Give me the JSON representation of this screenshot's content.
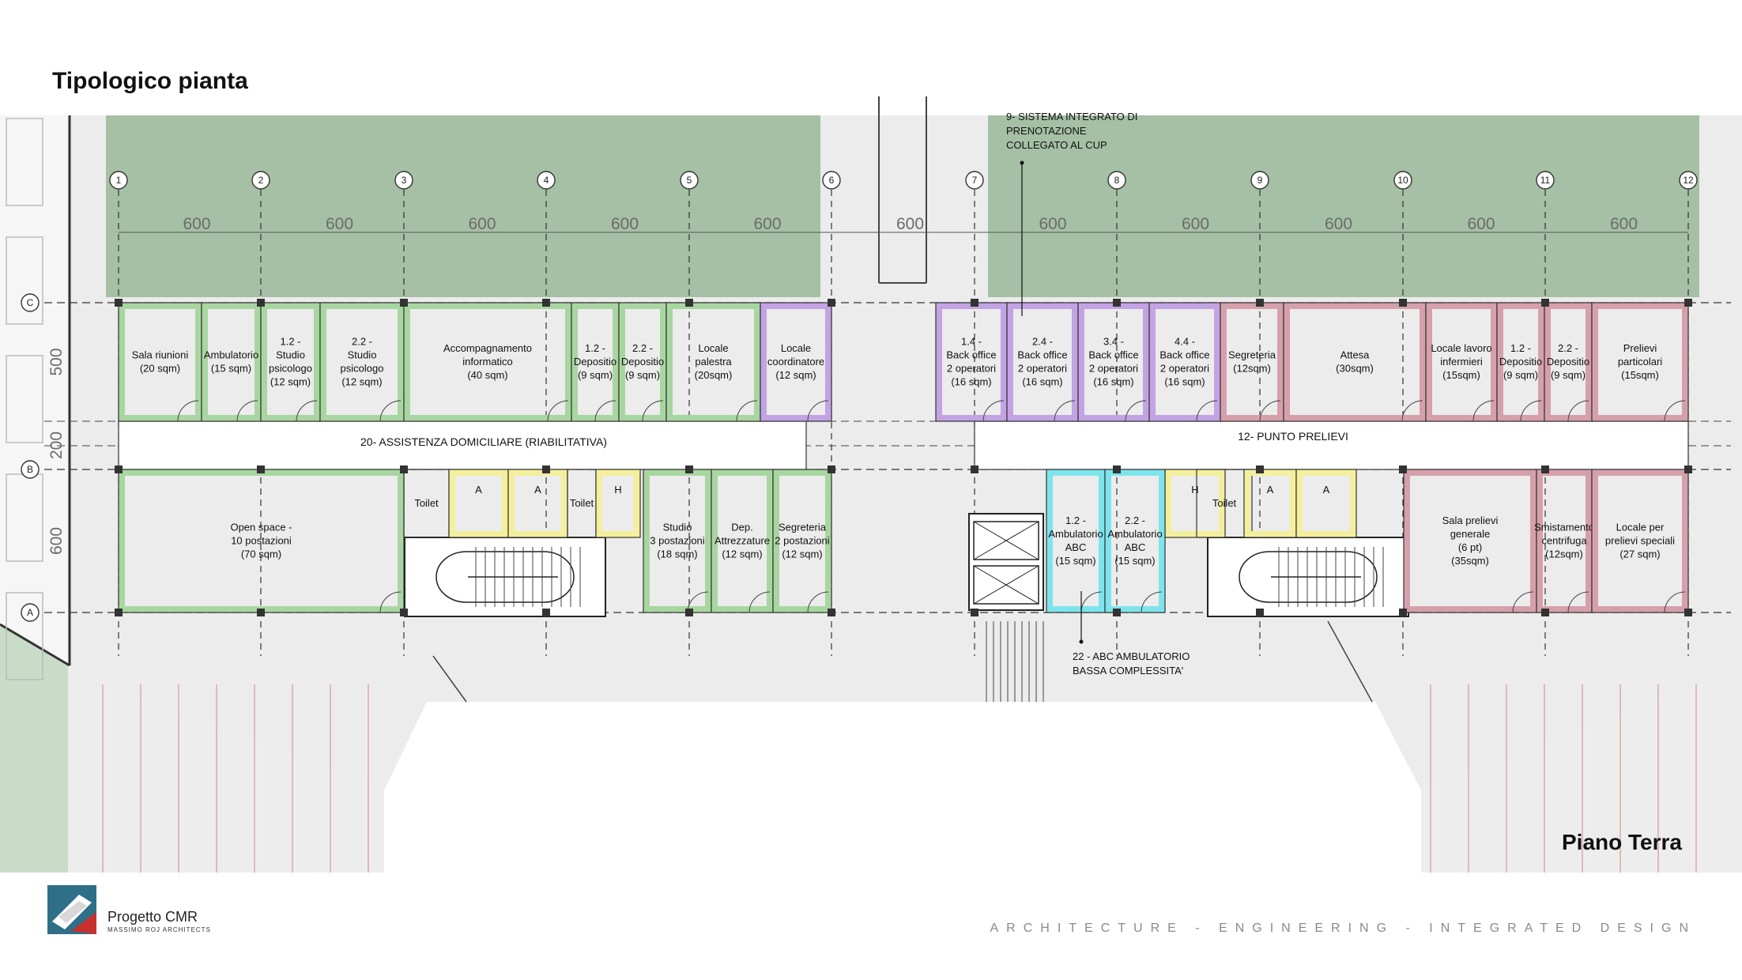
{
  "title": "Tipologico pianta",
  "floor": "Piano Terra",
  "tagline": "ARCHITECTURE - ENGINEERING - INTEGRATED DESIGN",
  "logo": {
    "name": "Progetto CMR",
    "sub": "MASSIMO ROJ ARCHITECTS"
  },
  "colors": {
    "green": "#a8d6a0",
    "purple": "#c3a3e3",
    "pink": "#d5a0ab",
    "cyan": "#7ee4ec",
    "yellow": "#f4ef9c",
    "terrace": "#a5c0a4"
  },
  "grid": {
    "columns": [
      "1",
      "2",
      "3",
      "4",
      "5",
      "6",
      "7",
      "8",
      "9",
      "10",
      "11",
      "12"
    ],
    "rows": [
      "C",
      "B",
      "A"
    ],
    "spacing_x": [
      "600",
      "600",
      "600",
      "600",
      "600",
      "600",
      "600",
      "600",
      "600",
      "600",
      "600"
    ],
    "spacing_y": [
      "500",
      "200",
      "600"
    ]
  },
  "corridors": {
    "left": "20- ASSISTENZA DOMICILIARE (RIABILITATIVA)",
    "right": "12- PUNTO PRELIEVI"
  },
  "rooms": [
    [
      "Sala riunioni",
      "(20 sqm)"
    ],
    [
      "Ambulatorio",
      "(15 sqm)"
    ],
    [
      "1.2 -",
      "Studio",
      "psicologo",
      "(12 sqm)"
    ],
    [
      "2.2 -",
      "Studio",
      "psicologo",
      "(12 sqm)"
    ],
    [
      "Accompagnamento",
      "informatico",
      "(40 sqm)"
    ],
    [
      "1.2 -",
      "Depositio",
      "(9 sqm)"
    ],
    [
      "2.2 -",
      "Depositio",
      "(9 sqm)"
    ],
    [
      "Locale",
      "palestra",
      "(20sqm)"
    ],
    [
      "Locale",
      "coordinatore",
      "(12 sqm)"
    ],
    [
      "Open space -",
      "10 postazioni",
      "(70 sqm)"
    ],
    [
      "Toilet"
    ],
    [
      "A"
    ],
    [
      "A"
    ],
    [
      "Toilet"
    ],
    [
      "H"
    ],
    [
      "Studio",
      "3 postazioni",
      "(18 sqm)"
    ],
    [
      "Dep.",
      "Attrezzature",
      "(12 sqm)"
    ],
    [
      "Segreteria",
      "2 postazioni",
      "(12 sqm)"
    ],
    [
      "1.4 -",
      "Back office",
      "2 operatori",
      "(16 sqm)"
    ],
    [
      "2.4 -",
      "Back office",
      "2 operatori",
      "(16 sqm)"
    ],
    [
      "3.4 -",
      "Back office",
      "2 operatori",
      "(16 sqm)"
    ],
    [
      "4.4 -",
      "Back office",
      "2 operatori",
      "(16 sqm)"
    ],
    [
      "Segreteria",
      "(12sqm)"
    ],
    [
      "Attesa",
      "(30sqm)"
    ],
    [
      "Locale lavoro",
      "infermieri",
      "(15sqm)"
    ],
    [
      "1.2 -",
      "Depositio",
      "(9 sqm)"
    ],
    [
      "2.2 -",
      "Depositio",
      "(9 sqm)"
    ],
    [
      "Prelievi",
      "particolari",
      "(15sqm)"
    ],
    [
      "H"
    ],
    [
      "Toilet"
    ],
    [
      "A"
    ],
    [
      "A"
    ],
    [
      "1.2 -",
      "Ambulatorio",
      "ABC",
      "(15 sqm)"
    ],
    [
      "2.2 -",
      "Ambulatorio",
      "ABC",
      "(15 sqm)"
    ],
    [
      "Sala prelievi",
      "generale",
      "(6 pt)",
      "(35sqm)"
    ],
    [
      "Smistamento",
      "centrifuga",
      "(12sqm)"
    ],
    [
      "Locale per",
      "prelievi speciali",
      "(27 sqm)"
    ]
  ],
  "annotations": {
    "cup": [
      "9- SISTEMA INTEGRATO DI",
      "PRENOTAZIONE",
      "COLLEGATO AL CUP"
    ],
    "abc": [
      "22 - ABC AMBULATORIO",
      "BASSA COMPLESSITA'"
    ]
  }
}
